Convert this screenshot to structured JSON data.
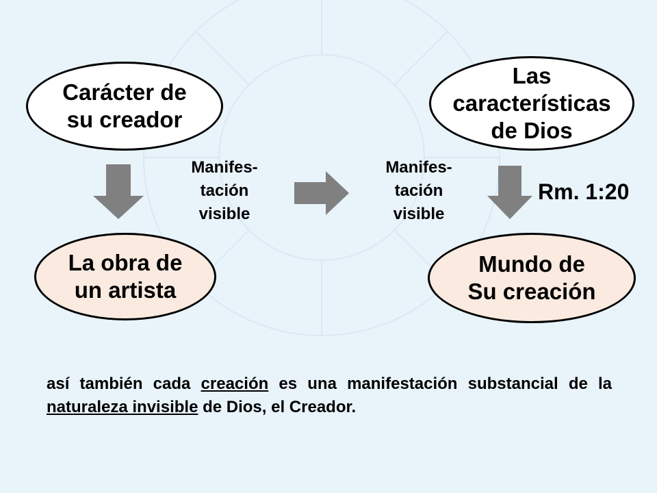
{
  "diagram": {
    "node_top_left": {
      "line1": "Carácter de",
      "line2": "su creador"
    },
    "node_top_right": {
      "line1": "Las",
      "line2": "características",
      "line3": "de Dios"
    },
    "node_bottom_left": {
      "line1": "La obra de",
      "line2": "un artista"
    },
    "node_bottom_right": {
      "line1": "Mundo de",
      "line2": "Su creación"
    },
    "label_left": {
      "line1": "Manifes-",
      "line2": "tación",
      "line3": "visible"
    },
    "label_right": {
      "line1": "Manifes-",
      "line2": "tación",
      "line3": "visible"
    },
    "reference": "Rm. 1:20",
    "colors": {
      "background": "#e9f3fa",
      "top_fill": "#ffffff",
      "bottom_fill": "#faeae0",
      "arrow": "#808080"
    }
  },
  "paragraph": {
    "part1": "así también cada ",
    "underline1": "creación",
    "part2": " es una manifestación substancial de la ",
    "underline2": "naturaleza invisible",
    "part3": " de Dios, el Creador."
  }
}
